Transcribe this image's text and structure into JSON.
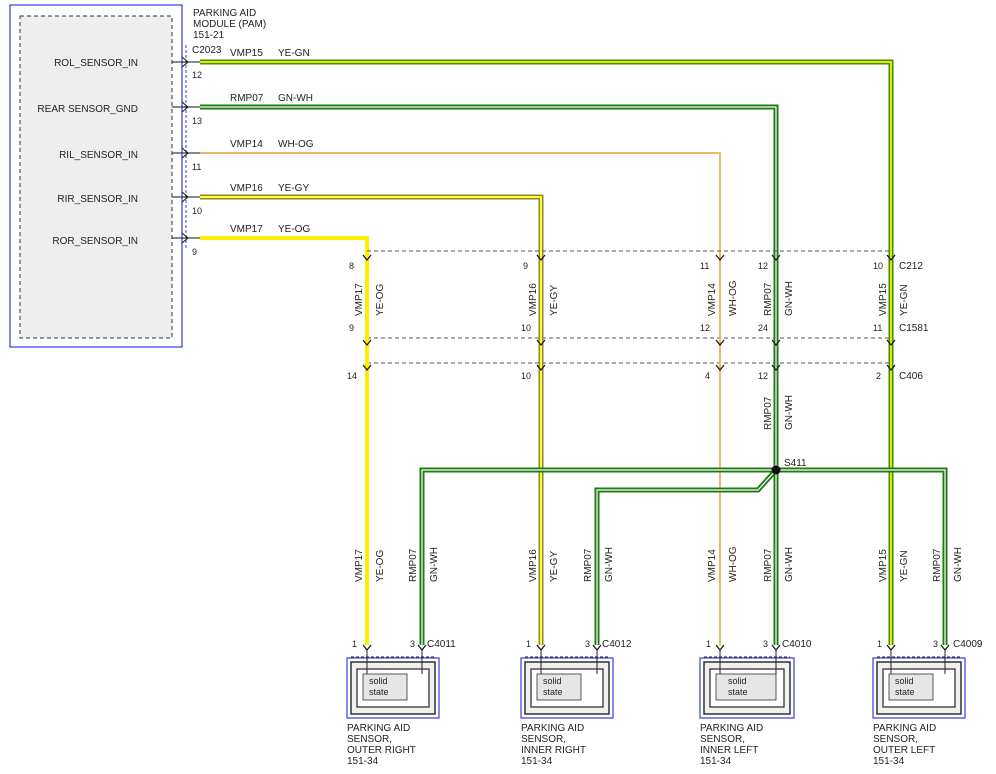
{
  "module": {
    "title_lines": [
      "PARKING AID",
      "MODULE (PAM)",
      "151-21"
    ],
    "connector": "C2023",
    "pins": [
      {
        "label": "ROL_SENSOR_IN",
        "pin": "12",
        "circuit": "VMP15",
        "color_code": "YE-GN"
      },
      {
        "label": "REAR SENSOR_GND",
        "pin": "13",
        "circuit": "RMP07",
        "color_code": "GN-WH"
      },
      {
        "label": "RIL_SENSOR_IN",
        "pin": "11",
        "circuit": "VMP14",
        "color_code": "WH-OG"
      },
      {
        "label": "RIR_SENSOR_IN",
        "pin": "10",
        "circuit": "VMP16",
        "color_code": "YE-GY"
      },
      {
        "label": "ROR_SENSOR_IN",
        "pin": "9",
        "circuit": "VMP17",
        "color_code": "YE-OG"
      }
    ]
  },
  "connectors": {
    "c212": {
      "name": "C212",
      "pins": [
        "8",
        "9",
        "11",
        "12",
        "10"
      ]
    },
    "c1581": {
      "name": "C1581",
      "pins": [
        "9",
        "10",
        "12",
        "24",
        "11"
      ]
    },
    "c406": {
      "name": "C406",
      "pins": [
        "14",
        "10",
        "4",
        "12",
        "2"
      ]
    }
  },
  "splice": {
    "name": "S411"
  },
  "vertical_labels": {
    "upper": [
      {
        "circuit": "VMP17",
        "color_code": "YE-OG"
      },
      {
        "circuit": "VMP16",
        "color_code": "YE-GY"
      },
      {
        "circuit": "VMP14",
        "color_code": "WH-OG"
      },
      {
        "circuit": "RMP07",
        "color_code": "GN-WH"
      },
      {
        "circuit": "VMP15",
        "color_code": "YE-GN"
      }
    ],
    "mid": {
      "circuit": "RMP07",
      "color_code": "GN-WH"
    }
  },
  "sensors": [
    {
      "connector": "C4011",
      "pin_a": "1",
      "pin_b": "3",
      "signal_circuit": "VMP17",
      "signal_color": "YE-OG",
      "gnd_circuit": "RMP07",
      "gnd_color": "GN-WH",
      "inner_text": [
        "solid",
        "state"
      ],
      "name_lines": [
        "PARKING AID",
        "SENSOR,",
        "OUTER RIGHT",
        "151-34"
      ]
    },
    {
      "connector": "C4012",
      "pin_a": "1",
      "pin_b": "3",
      "signal_circuit": "VMP16",
      "signal_color": "YE-GY",
      "gnd_circuit": "RMP07",
      "gnd_color": "GN-WH",
      "inner_text": [
        "solid",
        "state"
      ],
      "name_lines": [
        "PARKING AID",
        "SENSOR,",
        "INNER RIGHT",
        "151-34"
      ]
    },
    {
      "connector": "C4010",
      "pin_a": "1",
      "pin_b": "3",
      "signal_circuit": "VMP14",
      "signal_color": "WH-OG",
      "gnd_circuit": "RMP07",
      "gnd_color": "GN-WH",
      "inner_text": [
        "solid",
        "state"
      ],
      "name_lines": [
        "PARKING AID",
        "SENSOR,",
        "INNER LEFT",
        "151-34"
      ]
    },
    {
      "connector": "C4009",
      "pin_a": "1",
      "pin_b": "3",
      "signal_circuit": "VMP15",
      "signal_color": "YE-GN",
      "gnd_circuit": "RMP07",
      "gnd_color": "GN-WH",
      "inner_text": [
        "solid",
        "state"
      ],
      "name_lines": [
        "PARKING AID",
        "SENSOR,",
        "OUTER LEFT",
        "151-34"
      ]
    }
  ],
  "colors": {
    "module_border": "#3b3bd6",
    "wire_ye_gn_outer": "#3f8f00",
    "wire_ye_gn_inner": "#e6e600",
    "wire_gn_wh_outer": "#1e7a12",
    "wire_gn_wh_inner": "#ffffff",
    "wire_wh_og": "#e9b96a",
    "wire_ye_gy_outer": "#8a8a2a",
    "wire_ye_gy_inner": "#ffff33",
    "wire_ye_og": "#ffee00",
    "dashed": "#555555"
  }
}
